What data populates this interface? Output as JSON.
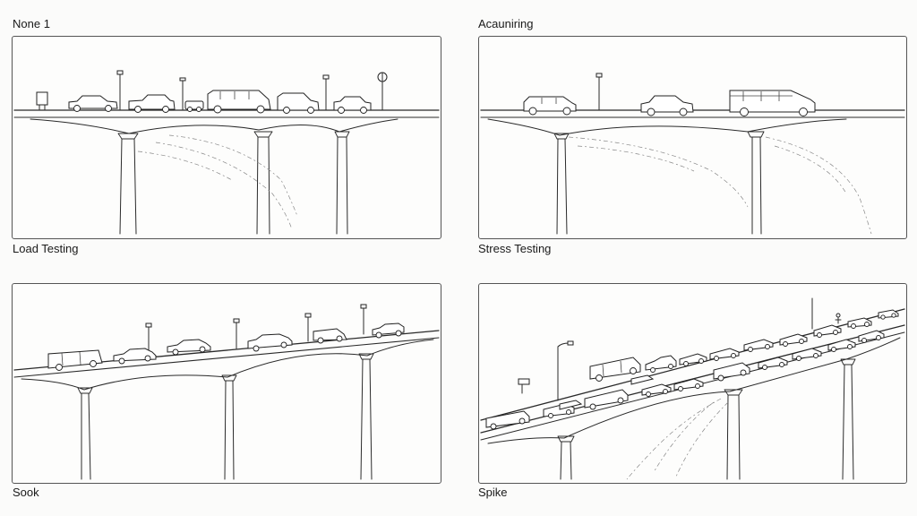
{
  "panels": [
    {
      "caption": "None 1"
    },
    {
      "caption": "Acauniring"
    },
    {
      "caption": "Load Testing"
    },
    {
      "caption": "Stress Testing"
    },
    {
      "caption": "Sook"
    },
    {
      "caption": "Spike"
    }
  ],
  "icons": [
    "traffic-sign-icon",
    "lamp-post-icon",
    "car-icon",
    "van-icon",
    "bus-icon",
    "bridge-pillar-icon"
  ]
}
